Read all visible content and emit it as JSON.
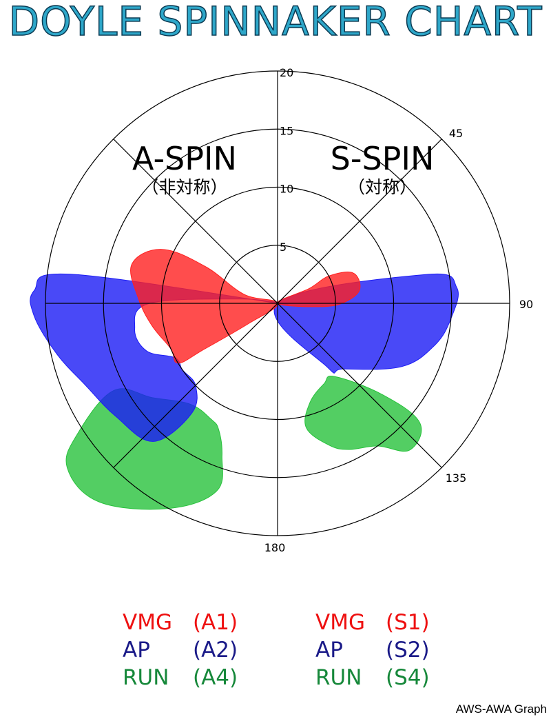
{
  "title": "DOYLE SPINNAKER CHART",
  "footer": "AWS-AWA Graph",
  "chart_data": {
    "type": "polar-area",
    "radial_ticks": [
      "5",
      "10",
      "15",
      "20"
    ],
    "angle_labels": [
      "45",
      "90",
      "135",
      "180"
    ],
    "section_labels": [
      {
        "label": "A-SPIN",
        "sub": "（非対称）"
      },
      {
        "label": "S-SPIN",
        "sub": "（対称）"
      }
    ],
    "series": [
      {
        "name": "VMG",
        "sail": "(A1)",
        "side": "A",
        "color": "#ff2020",
        "outline": [
          [
            0,
            0
          ],
          [
            3,
            -75
          ],
          [
            7,
            -63
          ],
          [
            11,
            -65
          ],
          [
            13,
            -75
          ],
          [
            12,
            -88
          ],
          [
            11,
            -100
          ],
          [
            10,
            -113
          ],
          [
            10,
            -121
          ],
          [
            7.5,
            -122
          ],
          [
            3,
            -125
          ],
          [
            0,
            0
          ]
        ]
      },
      {
        "name": "AP",
        "sail": "(A2)",
        "side": "A",
        "color": "#1c1cf5",
        "outline": [
          [
            0,
            0
          ],
          [
            18,
            -82
          ],
          [
            21,
            -87
          ],
          [
            21,
            -93
          ],
          [
            19.5,
            -103
          ],
          [
            18,
            -113
          ],
          [
            17,
            -125
          ],
          [
            16,
            -138
          ],
          [
            12,
            -142
          ],
          [
            10,
            -135
          ],
          [
            10,
            -125
          ],
          [
            10,
            -118
          ],
          [
            12,
            -110
          ],
          [
            12.5,
            -100
          ],
          [
            11,
            -90
          ],
          [
            3,
            -83
          ],
          [
            0,
            0
          ]
        ]
      },
      {
        "name": "RUN",
        "sail": "(A4)",
        "side": "A",
        "color": "#28c23c",
        "outline": [
          [
            11.5,
            -139
          ],
          [
            13.5,
            -127
          ],
          [
            16,
            -118
          ],
          [
            20.5,
            -123
          ],
          [
            23,
            -128
          ],
          [
            23,
            -138
          ],
          [
            20,
            -152
          ],
          [
            17,
            -162
          ],
          [
            14,
            -160
          ],
          [
            12,
            -155
          ],
          [
            11.5,
            -150
          ],
          [
            11.5,
            -139
          ]
        ]
      },
      {
        "name": "VMG",
        "sail": "(S1)",
        "side": "S",
        "color": "#ff2020",
        "outline": [
          [
            0,
            0
          ],
          [
            3,
            65
          ],
          [
            5,
            62
          ],
          [
            7,
            68
          ],
          [
            7.2,
            80
          ],
          [
            6,
            88
          ],
          [
            4,
            94
          ],
          [
            0,
            0
          ]
        ]
      },
      {
        "name": "AP",
        "sail": "(S2)",
        "side": "S",
        "color": "#1c1cf5",
        "outline": [
          [
            0,
            0
          ],
          [
            13,
            79
          ],
          [
            15.5,
            85
          ],
          [
            15,
            95
          ],
          [
            14,
            105
          ],
          [
            12,
            117
          ],
          [
            8,
            135
          ],
          [
            7,
            142
          ],
          [
            0,
            0
          ]
        ]
      },
      {
        "name": "RUN",
        "sail": "(S4)",
        "side": "S",
        "color": "#28c23c",
        "outline": [
          [
            8,
            142
          ],
          [
            12,
            131
          ],
          [
            16,
            130
          ],
          [
            17,
            138
          ],
          [
            15,
            145
          ],
          [
            14,
            154
          ],
          [
            13,
            160
          ],
          [
            11,
            167
          ],
          [
            9,
            162
          ],
          [
            8,
            150
          ],
          [
            8,
            142
          ]
        ]
      }
    ]
  }
}
